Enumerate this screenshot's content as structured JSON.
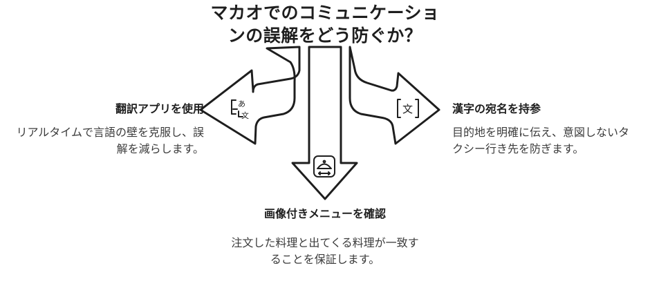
{
  "title": {
    "line1": "マカオでのコミュニケーショ",
    "line2": "ンの誤解をどう防ぐか？"
  },
  "left": {
    "heading": "翻訳アプリを使用",
    "description": "リアルタイムで言語の壁を克服し、誤解を減らします。",
    "icon": "translate-icon"
  },
  "center": {
    "heading": "画像付きメニューを確認",
    "description": "注文した料理と出てくる料理が一致することを保証します。",
    "icon": "cloche-icon"
  },
  "right": {
    "heading": "漢字の宛名を持参",
    "description": "目的地を明確に伝え、意図しないタクシー行き先を防ぎます。",
    "icon": "text-card-icon"
  },
  "colors": {
    "stroke": "#1e1e1e",
    "fill": "#ffffff",
    "text": "#3b3b3b"
  }
}
